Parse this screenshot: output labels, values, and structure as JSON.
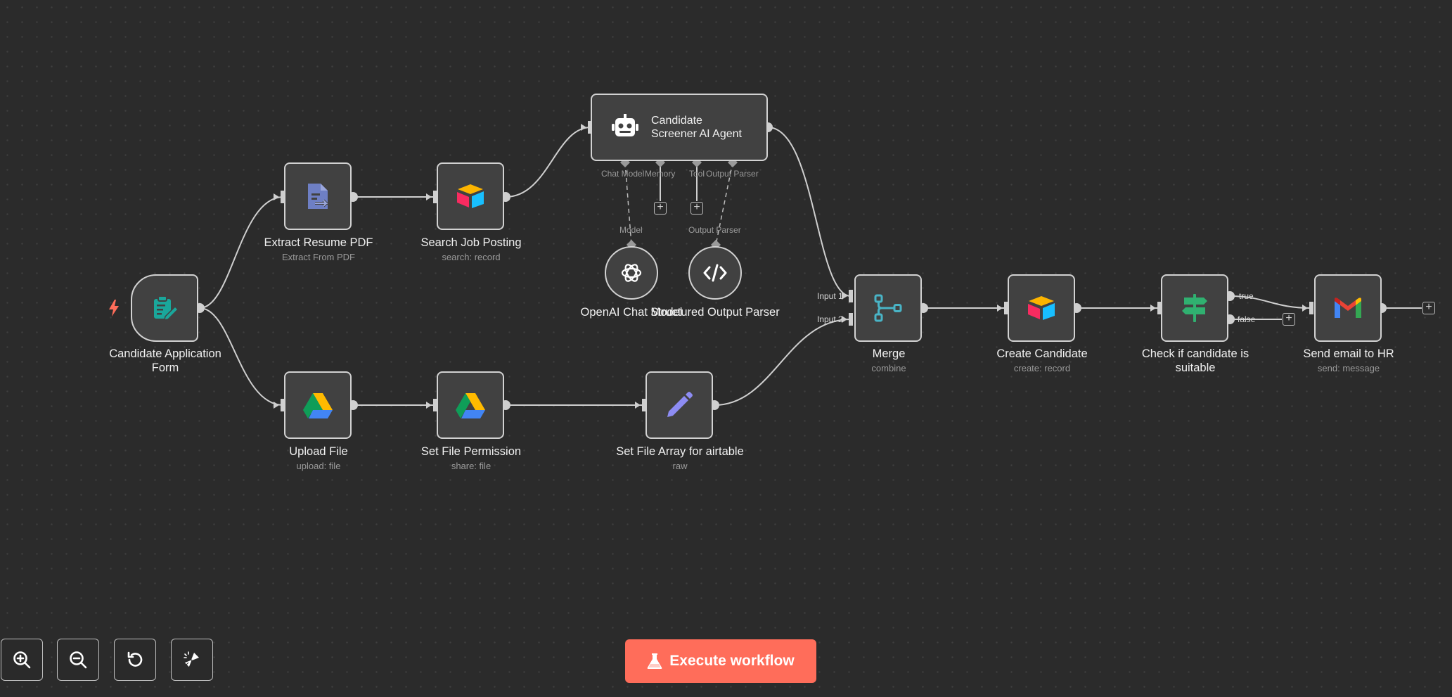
{
  "nodes": {
    "trigger": {
      "title": "Candidate Application Form"
    },
    "extract": {
      "title": "Extract Resume PDF",
      "subtitle": "Extract From PDF"
    },
    "search": {
      "title": "Search Job Posting",
      "subtitle": "search: record"
    },
    "agent": {
      "title": "Candidate\nScreener AI Agent"
    },
    "openai": {
      "title": "OpenAI Chat Model"
    },
    "parser": {
      "title": "Structured Output Parser"
    },
    "upload": {
      "title": "Upload File",
      "subtitle": "upload: file"
    },
    "permission": {
      "title": "Set File Permission",
      "subtitle": "share: file"
    },
    "setarray": {
      "title": "Set File Array for airtable",
      "subtitle": "raw"
    },
    "merge": {
      "title": "Merge",
      "subtitle": "combine"
    },
    "create": {
      "title": "Create Candidate",
      "subtitle": "create: record"
    },
    "check": {
      "title": "Check if candidate is suitable"
    },
    "email": {
      "title": "Send email to HR",
      "subtitle": "send: message"
    }
  },
  "agent_ports": {
    "chat_model": "Chat Model",
    "memory": "Memory",
    "tool": "Tool",
    "output_parser": "Output Parser",
    "model_label": "Model",
    "parser_label": "Output Parser"
  },
  "merge_inputs": {
    "input1": "Input 1",
    "input2": "Input 2"
  },
  "branches": {
    "true": "true",
    "false": "false"
  },
  "plus": "+",
  "toolbar": {
    "zoom_in": "zoom-in-icon",
    "zoom_out": "zoom-out-icon",
    "reset": "reset-zoom-icon",
    "tidy": "tidy-up-icon"
  },
  "execute": {
    "label": "Execute workflow"
  },
  "colors": {
    "background": "#2b2b2b",
    "node_bg": "#414141",
    "node_border": "#d2d2d2",
    "accent": "#ff6d5a",
    "trigger_icon": "#1aa79b",
    "merge_icon": "#49b4c6",
    "if_icon": "#30b070",
    "pen_icon": "#8d8cf3"
  }
}
